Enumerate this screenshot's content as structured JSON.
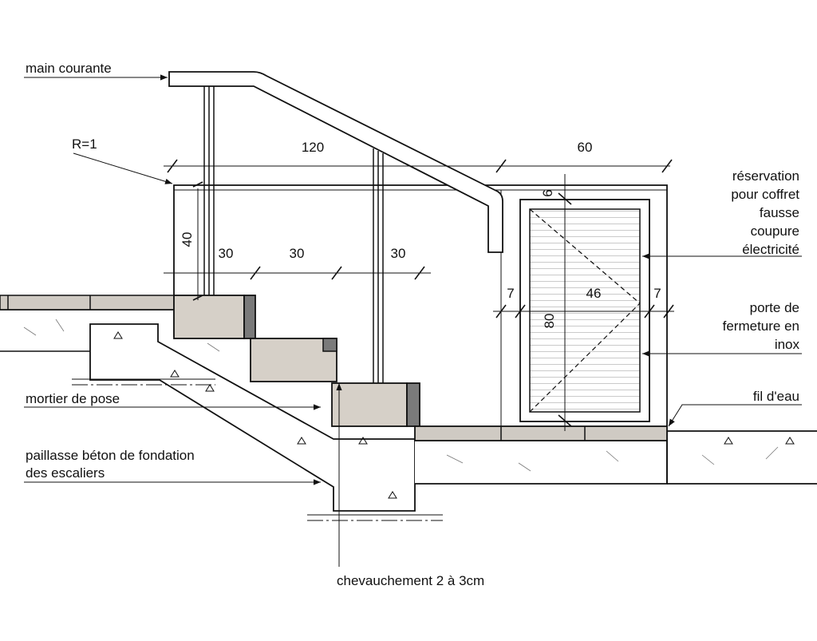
{
  "labels": {
    "main_courante": "main courante",
    "r1": "R=1",
    "reservation": [
      "réservation",
      "pour coffret",
      "fausse",
      "coupure",
      "électricité"
    ],
    "porte": [
      "porte de",
      "fermeture en",
      "inox"
    ],
    "fil_eau": "fil d'eau",
    "mortier": "mortier de pose",
    "paillasse": [
      "paillasse béton de fondation",
      "des escaliers"
    ],
    "chevauchement": "chevauchement 2 à 3cm"
  },
  "dimensions": {
    "d120": "120",
    "d60": "60",
    "d40": "40",
    "d30a": "30",
    "d30b": "30",
    "d30c": "30",
    "d6": "6",
    "d7a": "7",
    "d46": "46",
    "d7b": "7",
    "d80": "80"
  },
  "colors": {
    "tread": "#d6d0c8",
    "nose": "#7a7a7a",
    "coping": "#cfcac3",
    "line": "#111111"
  }
}
